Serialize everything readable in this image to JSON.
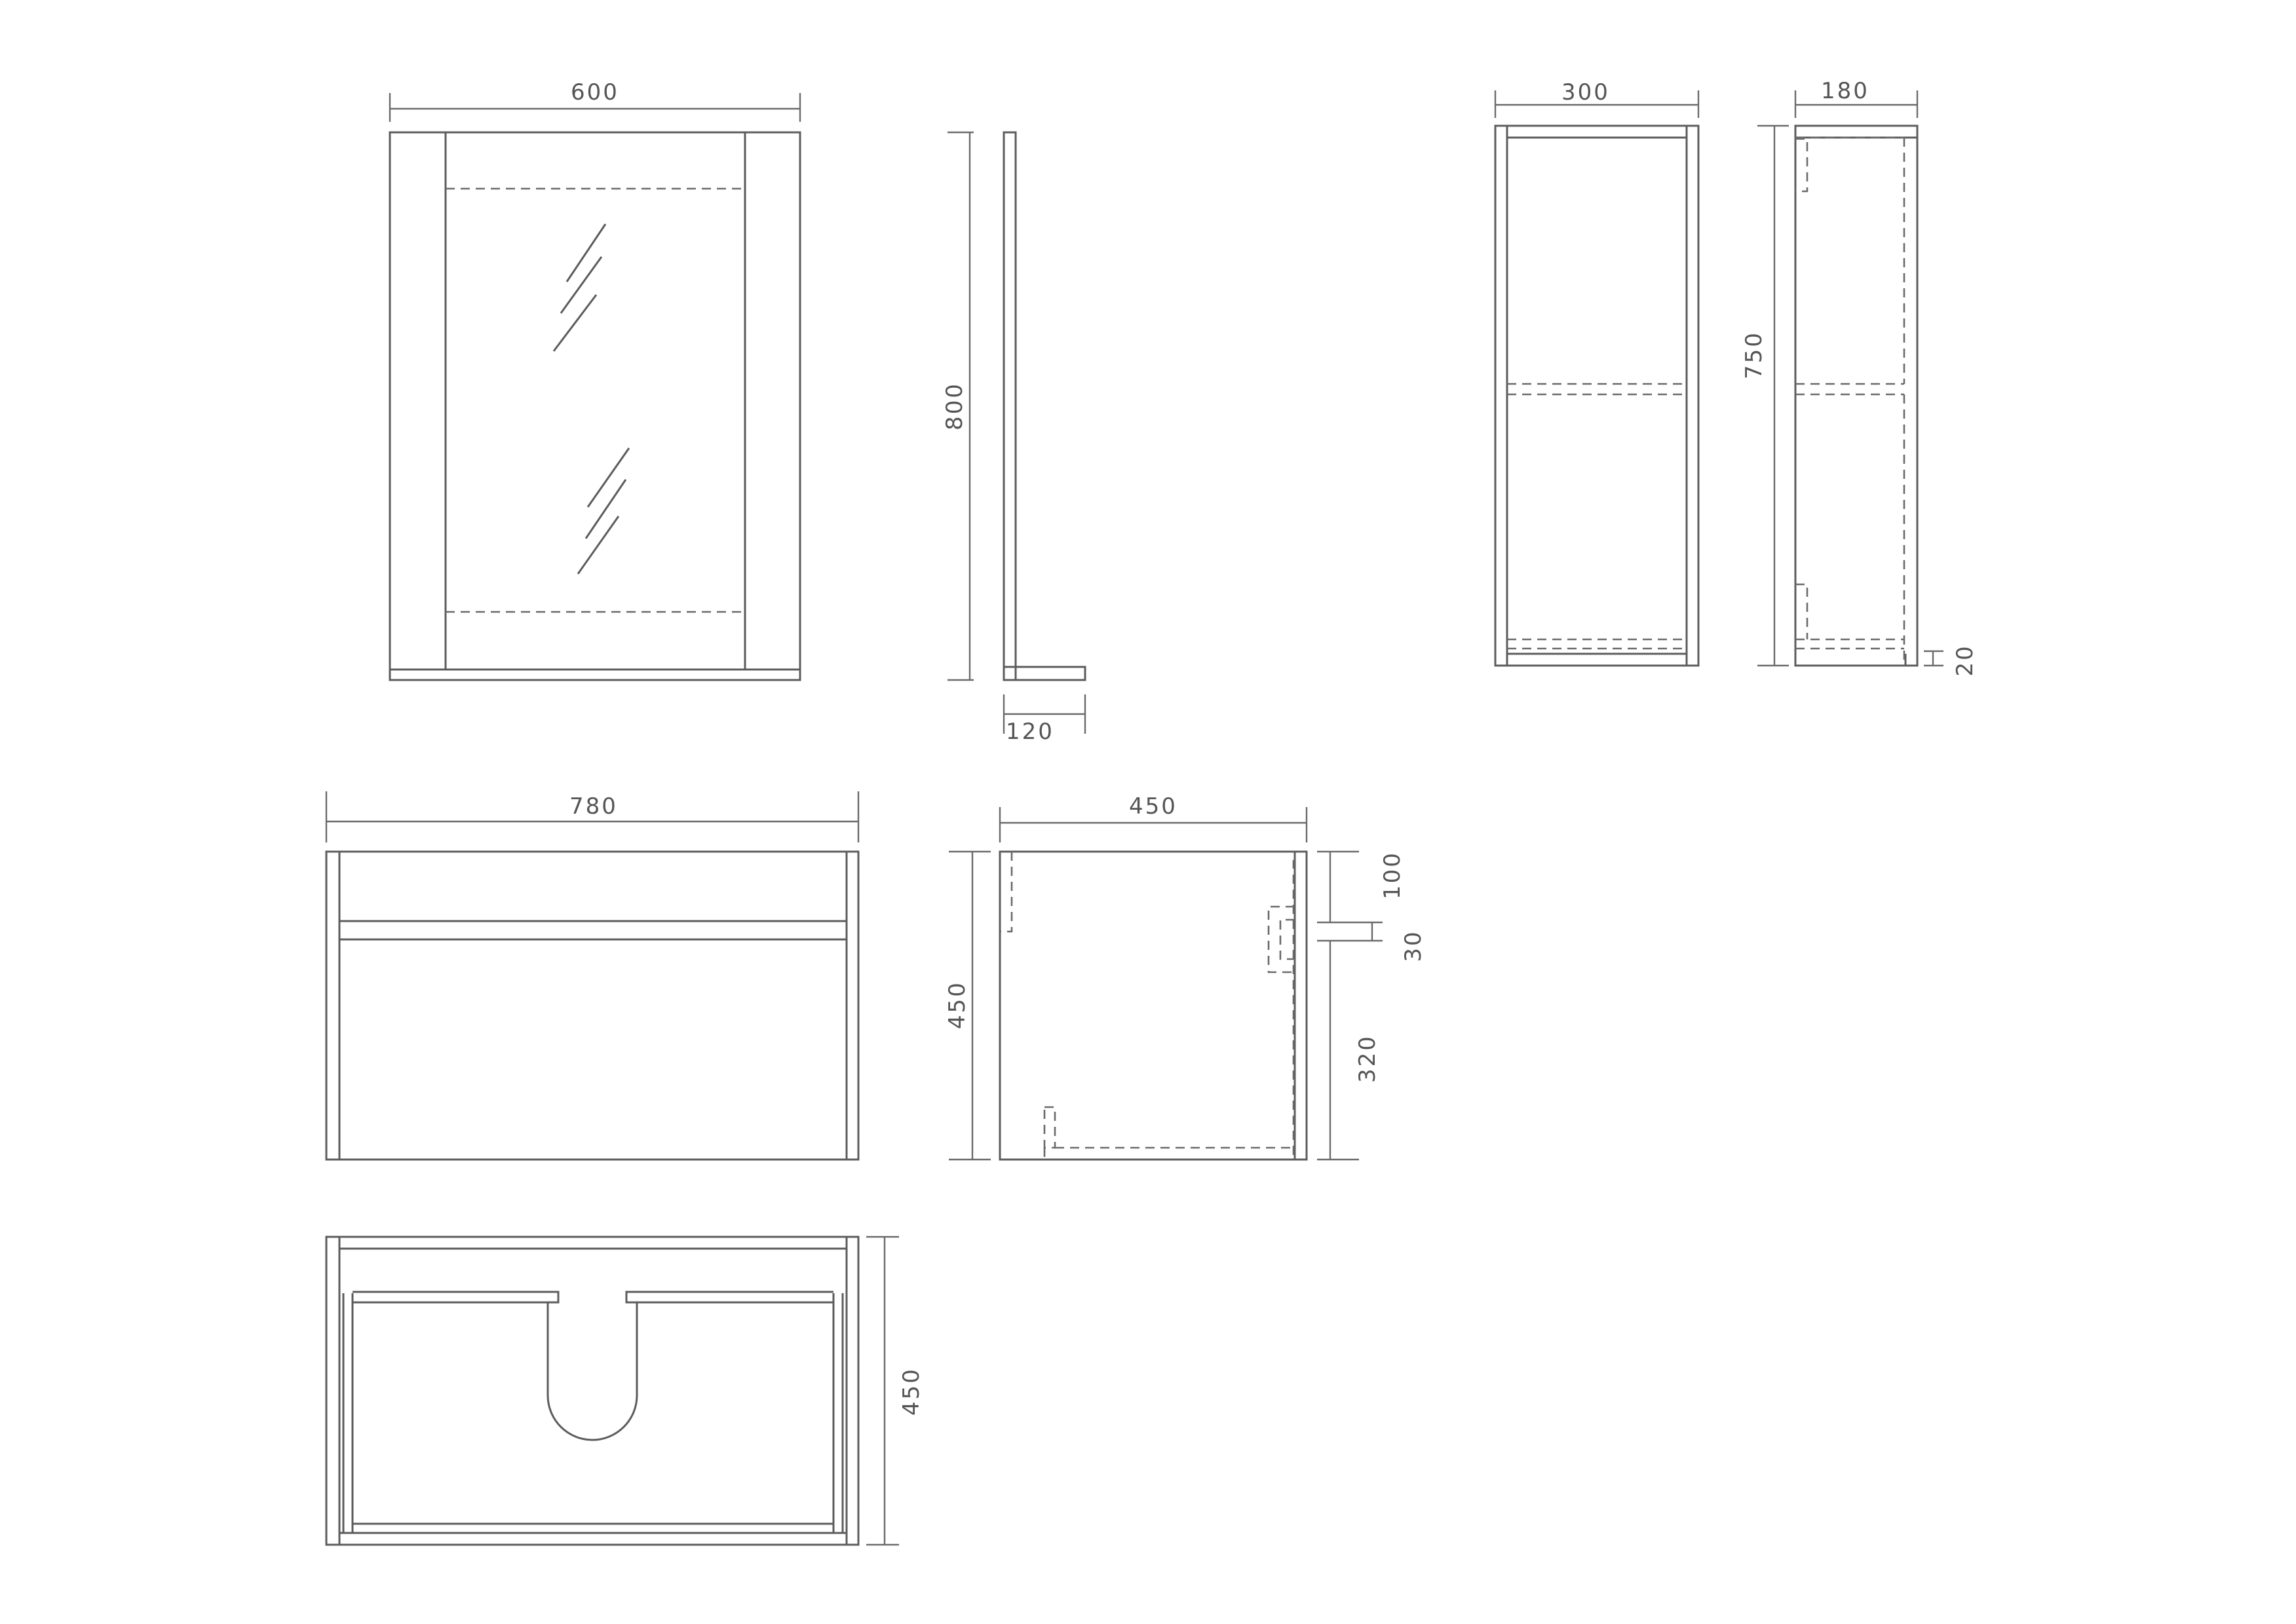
{
  "colors": {
    "line": "#5c5c5c",
    "text": "#555555",
    "background": "#ffffff"
  },
  "dimensions": {
    "mirror_width": "600",
    "mirror_height": "800",
    "mirror_shelf_depth": "120",
    "wall_cabinet_width": "300",
    "wall_cabinet_depth": "180",
    "wall_cabinet_height": "750",
    "wall_cabinet_bottom": "20",
    "vanity_width": "780",
    "vanity_depth": "450",
    "vanity_height": "450",
    "vanity_top_gap": "100",
    "vanity_rail": "30",
    "vanity_lower": "320",
    "vanity_plan_depth": "450"
  }
}
